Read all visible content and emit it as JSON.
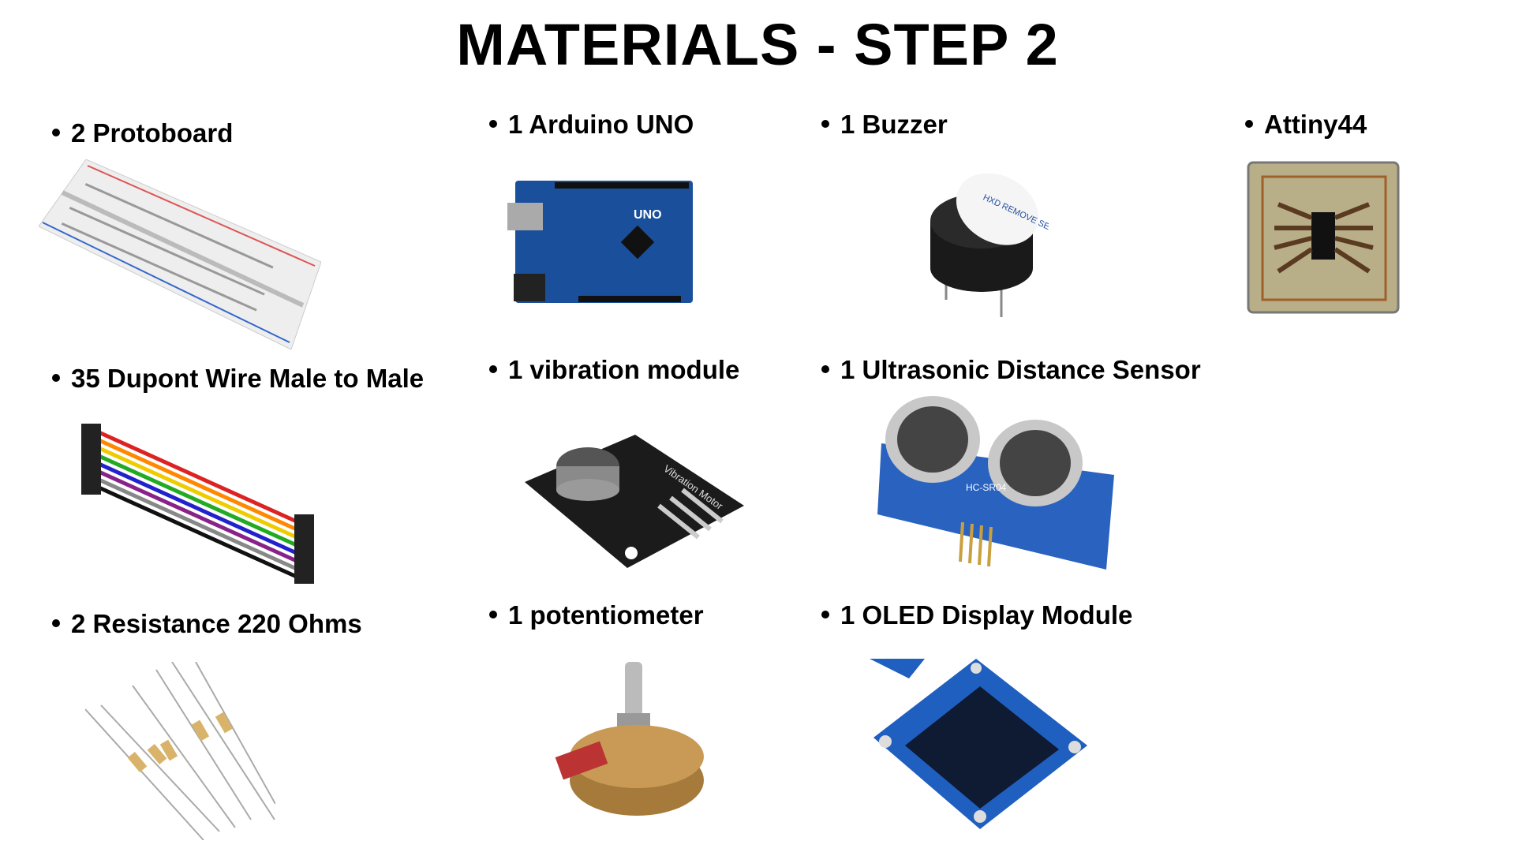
{
  "title": "MATERIALS - STEP 2",
  "items": [
    {
      "label": "2 Protoboard",
      "icon": "breadboard-image"
    },
    {
      "label": "1 Arduino UNO",
      "icon": "arduino-uno-image"
    },
    {
      "label": "1 Buzzer",
      "icon": "buzzer-image"
    },
    {
      "label": "Attiny44",
      "icon": "attiny44-board-image"
    },
    {
      "label": "35 Dupont Wire Male to Male",
      "icon": "dupont-wires-image"
    },
    {
      "label": "1 vibration module",
      "icon": "vibration-module-image"
    },
    {
      "label": "1 Ultrasonic Distance Sensor",
      "icon": "ultrasonic-sensor-image"
    },
    {
      "label": "2 Resistance 220 Ohms",
      "icon": "resistors-image"
    },
    {
      "label": "1 potentiometer",
      "icon": "potentiometer-image"
    },
    {
      "label": "1 OLED Display Module",
      "icon": "oled-display-image"
    }
  ],
  "image_text": {
    "arduino": "UNO",
    "buzzer": "HXD REMOVE SEAL AFTER WASHING",
    "vibration": "Vibration Motor",
    "ultrasonic": "HC-SR04"
  }
}
